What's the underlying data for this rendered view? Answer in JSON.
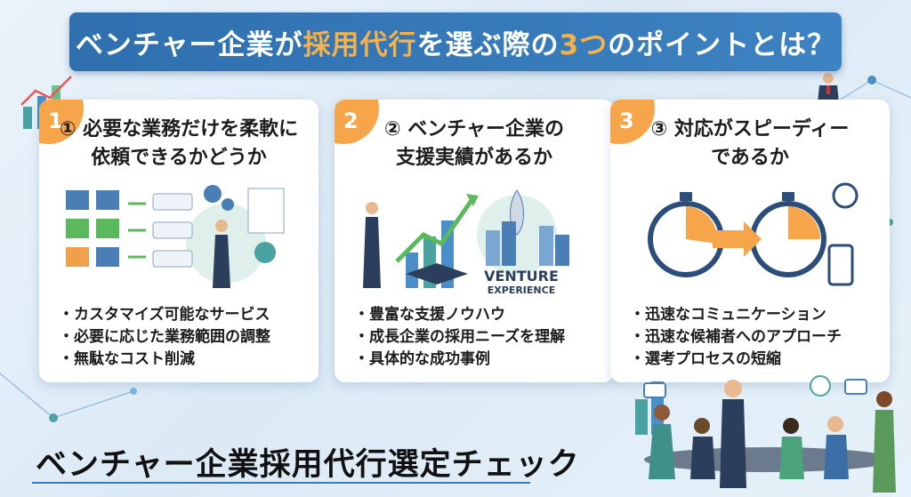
{
  "title": {
    "part1": "ベンチャー企業が",
    "part2": "採用代行",
    "part3": "を選ぶ際の",
    "part4": "3つ",
    "part5": "のポイントとは？"
  },
  "cards": [
    {
      "num": "1",
      "title_line1": "① 必要な業務だけを柔軟に",
      "title_line2": "依頼できるかどうか",
      "bullets": [
        "カスタマイズ可能なサービス",
        "必要に応じた業務範囲の調整",
        "無駄なコスト削減"
      ]
    },
    {
      "num": "2",
      "title_line1": "② ベンチャー企業の",
      "title_line2": "支援実績があるか",
      "illus_text1": "VENTURE",
      "illus_text2": "EXPERIENCE",
      "bullets": [
        "豊富な支援ノウハウ",
        "成長企業の採用ニーズを理解",
        "具体的な成功事例"
      ]
    },
    {
      "num": "3",
      "title_line1": "③ 対応がスピーディー",
      "title_line2": "であるか",
      "bullets": [
        "迅速なコミュニケーション",
        "迅速な候補者へのアプローチ",
        "選考プロセスの短縮"
      ]
    }
  ],
  "bottom_text": "ベンチャー企業採用代行選定チェック",
  "colors": {
    "primary": "#2f6fae",
    "accent": "#f6a54a",
    "highlight": "#f6b24a",
    "card_bg": "#ffffff",
    "background": "#e4eff8"
  }
}
